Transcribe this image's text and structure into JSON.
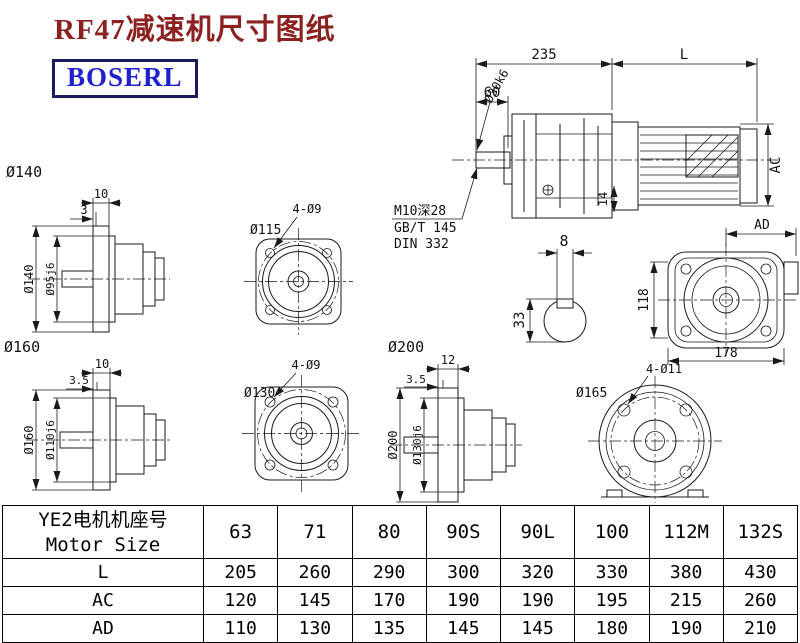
{
  "header": {
    "title": "RF47减速机尺寸图纸",
    "logo": "BOSERL"
  },
  "main_view": {
    "dim_235": "235",
    "dim_L": "L",
    "dim_60": "60",
    "shaft_dia": "Ø30k6",
    "dim_AC": "AC",
    "dim_14": "14"
  },
  "notes": {
    "thread": "M10深28",
    "std_gb": "GB/T 145",
    "std_din": "DIN 332"
  },
  "shaft_section": {
    "dim_8": "8",
    "dim_33": "33"
  },
  "rear_view": {
    "dim_AD": "AD",
    "dim_118": "118",
    "dim_178": "178"
  },
  "flange140": {
    "label": "Ø140",
    "dim_10": "10",
    "dim_3": "3",
    "dim_dia": "Ø140",
    "dim_pilot": "Ø95j6"
  },
  "square115": {
    "holes": "4-Ø9",
    "bolt_circle": "Ø115"
  },
  "flange160": {
    "label": "Ø160",
    "dim_10": "10",
    "dim_3_5": "3.5",
    "dim_dia": "Ø160",
    "dim_pilot": "Ø110j6"
  },
  "square130": {
    "holes": "4-Ø9",
    "bolt_circle": "Ø130"
  },
  "flange200": {
    "label": "Ø200",
    "dim_12": "12",
    "dim_3_5": "3.5",
    "dim_dia": "Ø200",
    "dim_pilot": "Ø130j6"
  },
  "flange165": {
    "holes": "4-Ø11",
    "bolt_circle": "Ø165"
  },
  "table": {
    "header": {
      "cn": "YE2电机机座号",
      "en": "Motor Size"
    },
    "sizes": [
      "63",
      "71",
      "80",
      "90S",
      "90L",
      "100",
      "112M",
      "132S"
    ],
    "rows": [
      {
        "label": "L",
        "values": [
          "205",
          "260",
          "290",
          "300",
          "320",
          "330",
          "380",
          "430"
        ]
      },
      {
        "label": "AC",
        "values": [
          "120",
          "145",
          "170",
          "190",
          "190",
          "195",
          "215",
          "260"
        ]
      },
      {
        "label": "AD",
        "values": [
          "110",
          "130",
          "135",
          "145",
          "145",
          "180",
          "190",
          "210"
        ]
      }
    ]
  }
}
